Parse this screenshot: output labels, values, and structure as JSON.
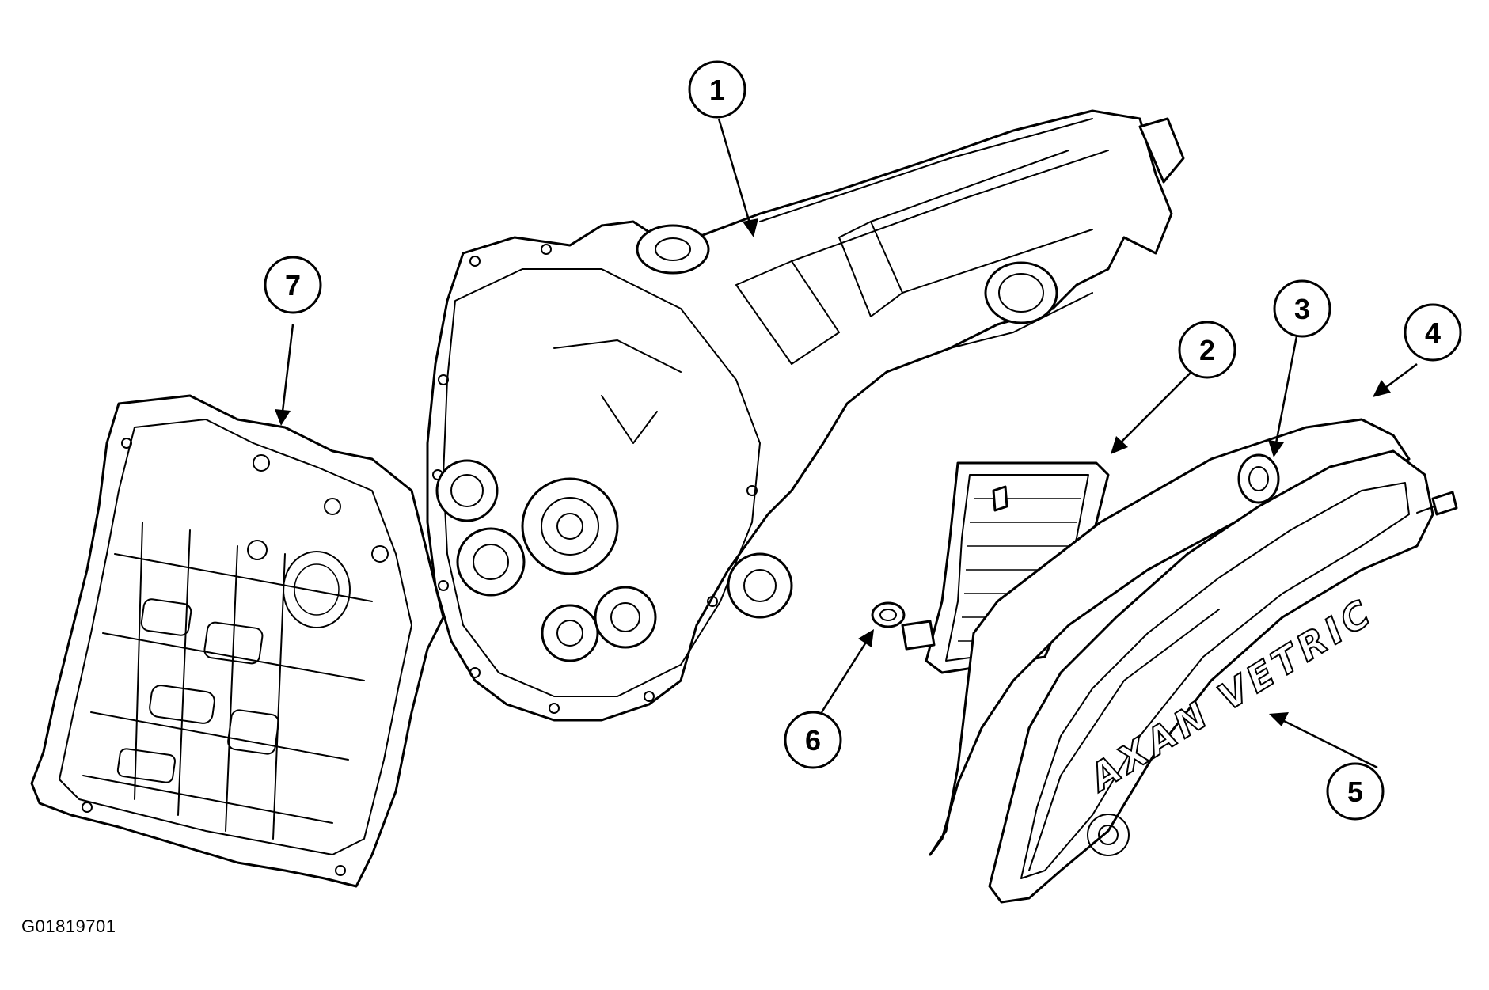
{
  "figure_id": "G01819701",
  "pan_lettering": "AXAN VETRIC",
  "callouts": [
    {
      "number": "1"
    },
    {
      "number": "2"
    },
    {
      "number": "3"
    },
    {
      "number": "4"
    },
    {
      "number": "5"
    },
    {
      "number": "6"
    },
    {
      "number": "7"
    }
  ],
  "colors": {
    "line": "#000000",
    "background": "#ffffff"
  }
}
